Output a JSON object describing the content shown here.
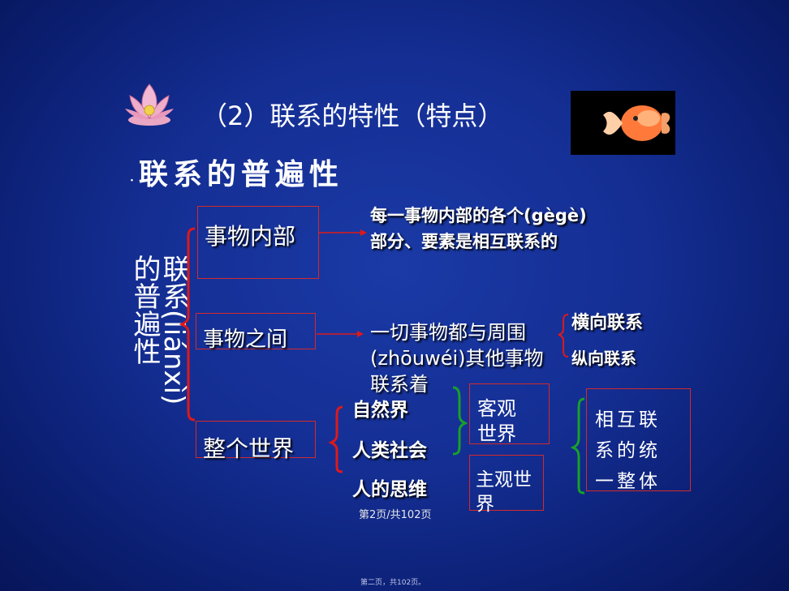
{
  "heading": "（2）联系的特性（特点）",
  "subheading": "联系的普遍性",
  "vertical_label": {
    "line1": "联系(liánxì)",
    "line2": "的普遍性"
  },
  "branch1": {
    "label": "事物内部",
    "desc_line1": "每一事物内部的各个(gègè)",
    "desc_line2": "部分、要素是相互联系的"
  },
  "branch2": {
    "label": "事物之间",
    "desc_line1": "一切事物都与周围",
    "desc_line2": "(zhōuwéi)其他事物",
    "desc_line3": "联系着",
    "sub1": "横向联系",
    "sub2": "纵向联系"
  },
  "branch3": {
    "label": "整个世界",
    "item1": "自然界",
    "item2": "人类社会",
    "item3": "人的思维"
  },
  "objective_world": {
    "line1": "客观",
    "line2": "世界"
  },
  "subjective_world": {
    "line1": "主观世",
    "line2": "界"
  },
  "unity": {
    "line1": "相互联",
    "line2": "系的统",
    "line3": "一整体"
  },
  "page_indicator": "第2页/共102页",
  "footer": "第二页，共102页。",
  "colors": {
    "bracket_red": "#e01818",
    "bracket_green": "#18a028",
    "box_red": "#d42a2a",
    "text": "#ffffff"
  }
}
